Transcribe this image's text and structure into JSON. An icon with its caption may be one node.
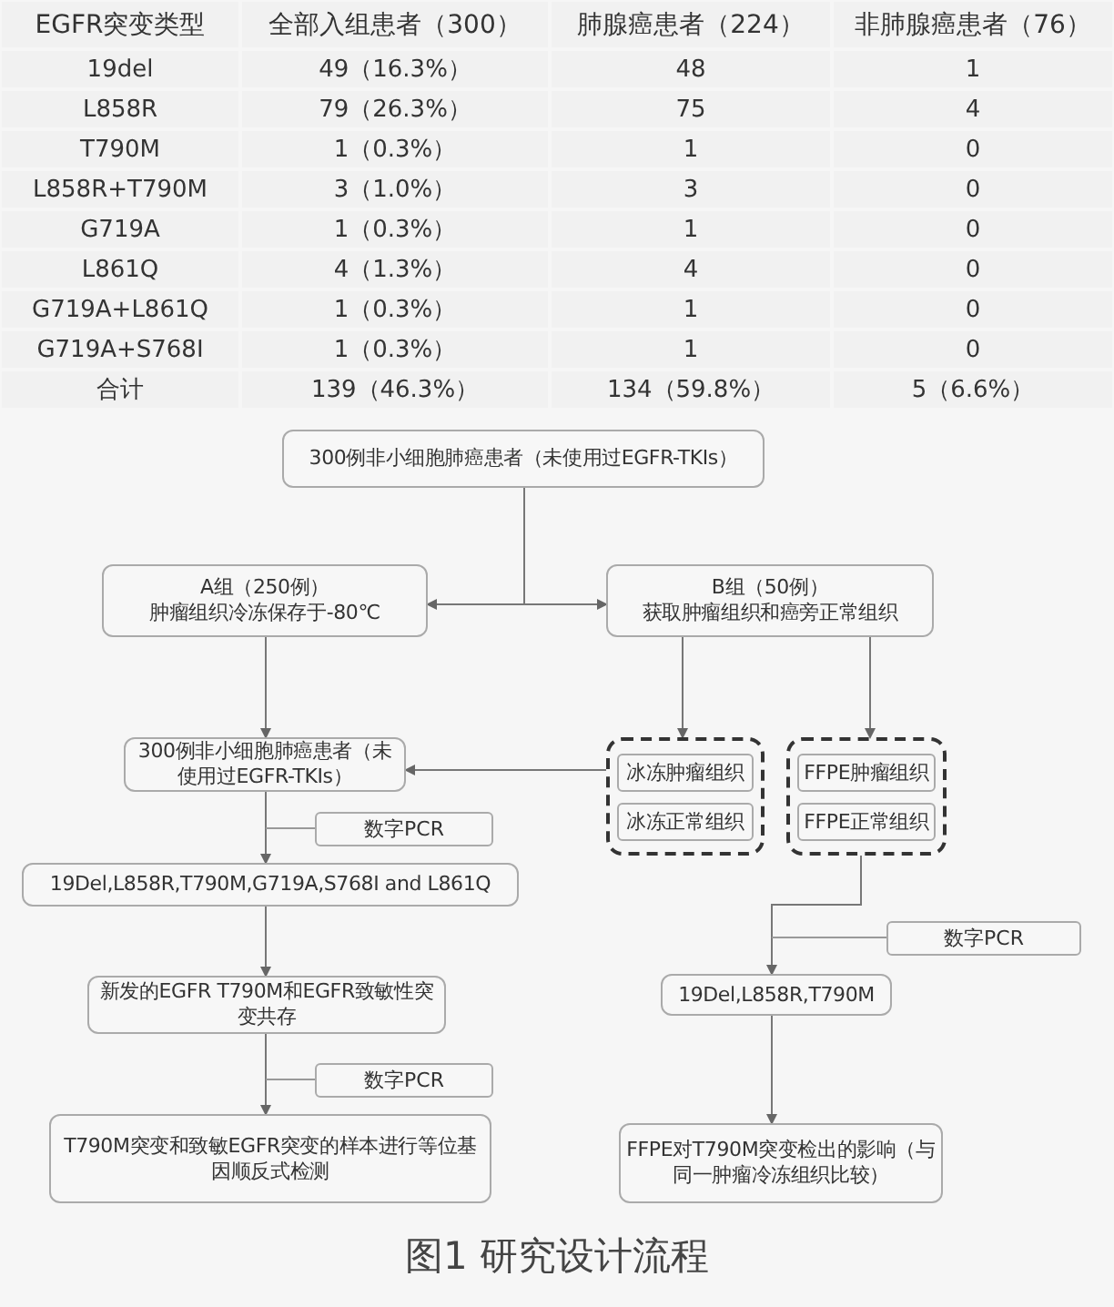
{
  "diagram": {
    "caption": "图1 研究设计流程",
    "nodes": [
      {
        "text": [
          "300例非小细胞肺癌患者（未使用过EGFR-TKIs）"
        ]
      },
      {
        "text": [
          "A组（250例）",
          "肿瘤组织冷冻保存于-80℃"
        ]
      },
      {
        "text": [
          "B组（50例）",
          "获取肿瘤组织和癌旁正常组织"
        ]
      },
      {
        "text": [
          "300例非小细胞肺癌患者（未使用过EGFR-TKIs）"
        ]
      },
      {
        "text": [],
        "shape": "box"
      },
      {
        "text": [
          "冰冻肿瘤组织"
        ],
        "in": 4
      },
      {
        "text": [
          "冰冻正常组织"
        ],
        "in": 4
      },
      {
        "text": [],
        "shape": "box"
      },
      {
        "text": [
          "FFPE肿瘤组织"
        ],
        "in": 7
      },
      {
        "text": [
          "FFPE正常组织"
        ],
        "in": 7
      },
      {
        "text": [
          "19Del,L858R,T790M,G719A,S768I and L861Q"
        ]
      },
      {
        "text": [
          "新发的EGFR T790M和EGFR致敏性突变共存"
        ]
      },
      {
        "text": [
          "T790M突变和致敏EGFR突变的样本进行等位基因顺反式检测"
        ]
      },
      {
        "text": [
          "19Del,L858R,T790M"
        ]
      },
      {
        "text": [
          "FFPE对T790M突变检出的影响（与同一肿瘤冷冻组织比较）"
        ]
      }
    ],
    "edges": [
      {
        "from": 0,
        "to": 1,
        "arrow": "to"
      },
      {
        "from": 0,
        "to": 2,
        "arrow": "to"
      },
      {
        "from": 1,
        "to": 3,
        "arrow": "to"
      },
      {
        "from": 2,
        "to": 4,
        "arrow": "to"
      },
      {
        "from": 2,
        "to": 7,
        "arrow": "to"
      },
      {
        "from": 4,
        "to": 3,
        "arrow": "to"
      },
      {
        "from": 3,
        "to": 10,
        "arrow": "to",
        "label": "数字PCR"
      },
      {
        "from": 7,
        "to": 13,
        "arrow": "to",
        "label": "数字PCR"
      },
      {
        "from": 10,
        "to": 11,
        "arrow": "to"
      },
      {
        "from": 11,
        "to": 12,
        "arrow": "to",
        "label": "数字PCR"
      },
      {
        "from": 13,
        "to": 14,
        "arrow": "to"
      }
    ],
    "labels": [
      "EGFR突变类型",
      "全部入组患者（300）",
      "肺腺癌患者（224）",
      "非肺腺癌患者（76）",
      "19del",
      "49（16.3%）",
      "48",
      "1",
      "L858R",
      "79（26.3%）",
      "75",
      "4",
      "T790M",
      "1（0.3%）",
      "1",
      "0",
      "L858R+T790M",
      "3（1.0%）",
      "3",
      "0",
      "G719A",
      "1（0.3%）",
      "1",
      "0",
      "L861Q",
      "4（1.3%）",
      "4",
      "0",
      "G719A+L861Q",
      "1（0.3%）",
      "1",
      "0",
      "G719A+S768I",
      "1（0.3%）",
      "1",
      "0",
      "合计",
      "139（46.3%）",
      "134（59.8%）",
      "5（6.6%）"
    ]
  }
}
